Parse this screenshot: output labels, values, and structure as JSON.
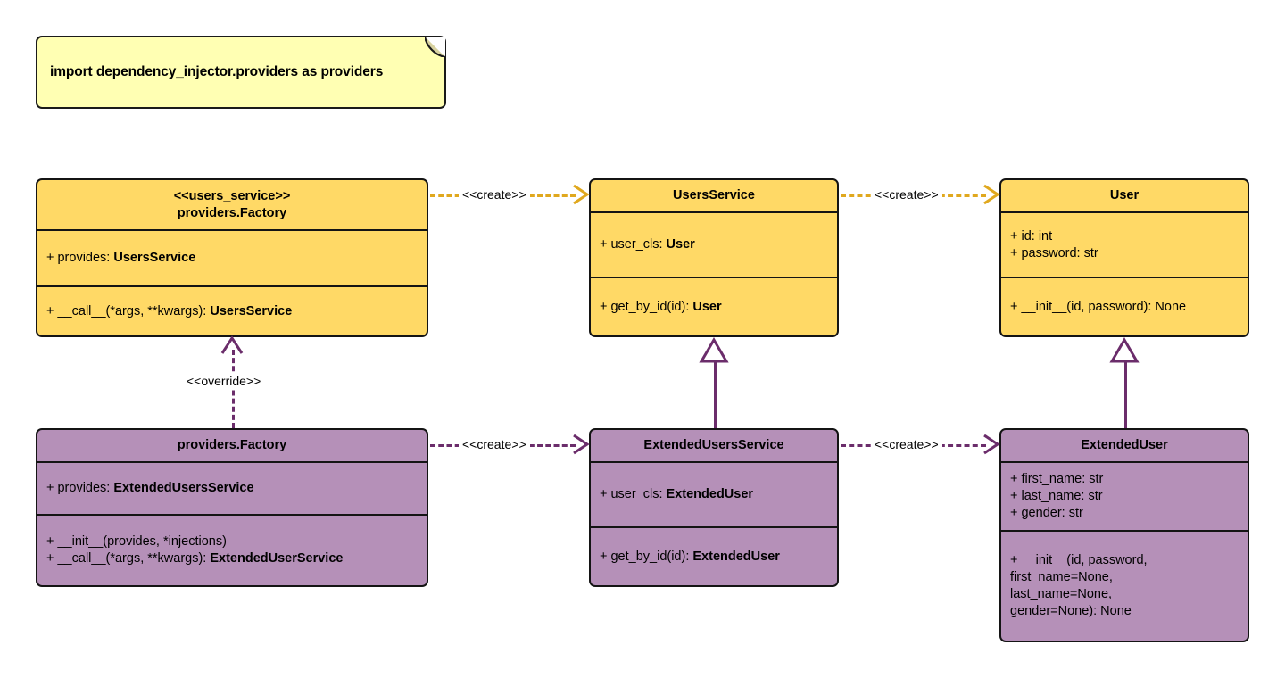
{
  "diagram": {
    "title": "dependency_injector providers UML class diagram",
    "colors": {
      "yellow_fill": "#ffd966",
      "purple_fill": "#b590b8",
      "note_fill": "#ffffb3",
      "yellow_edge": "#e0a81e",
      "purple_edge": "#6b2d6b",
      "outline": "#141414"
    }
  },
  "note": {
    "text": "import dependency_injector.providers as providers"
  },
  "classes": {
    "users_service_factory": {
      "stereotype": "<<users_service>>",
      "name": "providers.Factory",
      "attributes": [
        {
          "prefix": "+ provides: ",
          "type": "UsersService"
        }
      ],
      "methods": [
        {
          "prefix": "+ __call__(*args, **kwargs): ",
          "type": "UsersService"
        }
      ]
    },
    "users_service": {
      "stereotype": "",
      "name": "UsersService",
      "attributes": [
        {
          "prefix": "+ user_cls: ",
          "type": "User"
        }
      ],
      "methods": [
        {
          "prefix": "+ get_by_id(id): ",
          "type": "User"
        }
      ]
    },
    "user": {
      "stereotype": "",
      "name": "User",
      "attributes": [
        {
          "prefix": "+ id: int",
          "type": ""
        },
        {
          "prefix": "+ password: str",
          "type": ""
        }
      ],
      "methods": [
        {
          "prefix": "+ __init__(id, password): None",
          "type": ""
        }
      ]
    },
    "extended_factory": {
      "stereotype": "",
      "name": "providers.Factory",
      "attributes": [
        {
          "prefix": "+ provides: ",
          "type": "ExtendedUsersService"
        }
      ],
      "methods": [
        {
          "prefix": "+ __init__(provides, *injections)",
          "type": ""
        },
        {
          "prefix": "+ __call__(*args, **kwargs): ",
          "type": "ExtendedUserService"
        }
      ]
    },
    "extended_users_service": {
      "stereotype": "",
      "name": "ExtendedUsersService",
      "attributes": [
        {
          "prefix": "+ user_cls: ",
          "type": "ExtendedUser"
        }
      ],
      "methods": [
        {
          "prefix": "+ get_by_id(id): ",
          "type": "ExtendedUser"
        }
      ]
    },
    "extended_user": {
      "stereotype": "",
      "name": "ExtendedUser",
      "attributes": [
        {
          "prefix": "+ first_name: str",
          "type": ""
        },
        {
          "prefix": "+ last_name: str",
          "type": ""
        },
        {
          "prefix": "+ gender: str",
          "type": ""
        }
      ],
      "methods": [
        {
          "prefix": "+ __init__(id, password,\nfirst_name=None,\nlast_name=None,\ngender=None): None",
          "type": ""
        }
      ]
    }
  },
  "edges": {
    "create_top_left": {
      "label": "<<create>>"
    },
    "create_top_right": {
      "label": "<<create>>"
    },
    "create_bottom_left": {
      "label": "<<create>>"
    },
    "create_bottom_right": {
      "label": "<<create>>"
    },
    "override": {
      "label": "<<override>>"
    },
    "inherit_service": {
      "label": ""
    },
    "inherit_user": {
      "label": ""
    }
  }
}
